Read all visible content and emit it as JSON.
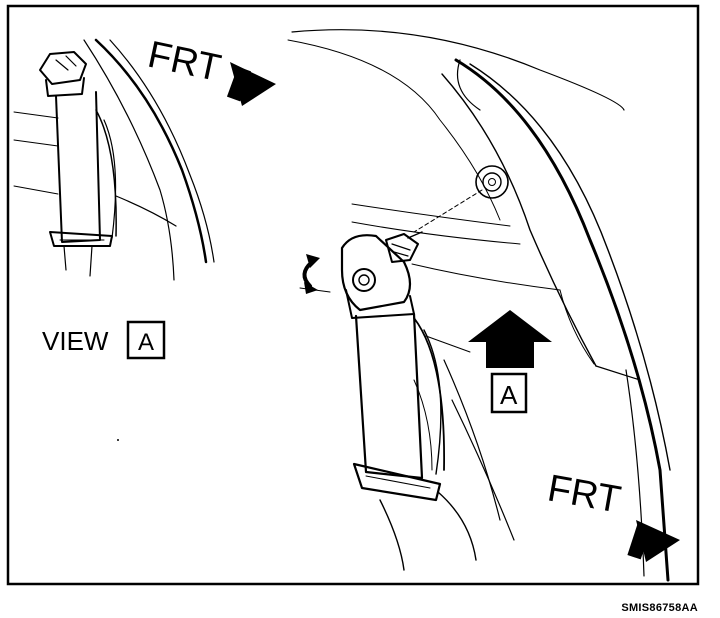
{
  "labels": {
    "frt_top": "FRT",
    "frt_bottom": "FRT",
    "view_word": "VIEW",
    "view_letter": "A",
    "arrow_letter": "A",
    "figure_code": "SMIS86758AA"
  },
  "icons": {
    "front_arrow": "triangle-arrow-right",
    "rotate": "curved-rotation-arrow",
    "view_direction": "block-arrow-up"
  },
  "colors": {
    "ink": "#000000",
    "paper": "#ffffff"
  }
}
